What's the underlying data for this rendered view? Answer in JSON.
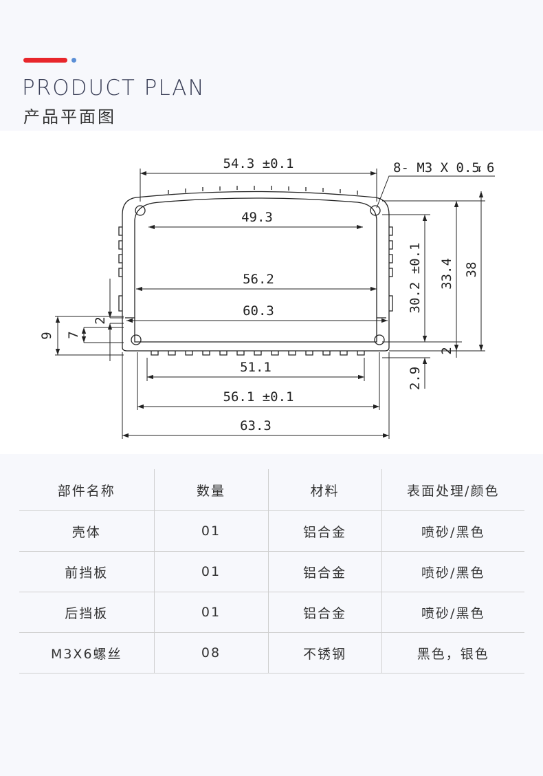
{
  "header": {
    "accent_bar_color": "#e8262b",
    "accent_dot_color": "#5b8fd6",
    "title_en": "PRODUCT PLAN",
    "title_cn": "产品平面图"
  },
  "drawing": {
    "dimensions": {
      "top_width": "54.3 ±0.1",
      "hole_spec": "8- M3 X 0.5",
      "hole_depth": "6",
      "inner_top": "49.3",
      "inner_mid": "56.2",
      "inner_slot": "60.3",
      "bottom_inner": "51.1",
      "bottom_mid": "56.1 ±0.1",
      "overall_width": "63.3",
      "inner_height": "30.2 ±0.1",
      "mid_height": "33.4",
      "overall_height": "38",
      "right_gap": "2",
      "bottom_offset": "2.9",
      "left_9": "9",
      "left_7": "7",
      "left_2": "2"
    }
  },
  "table": {
    "headers": [
      "部件名称",
      "数量",
      "材料",
      "表面处理/颜色"
    ],
    "rows": [
      [
        "壳体",
        "01",
        "铝合金",
        "喷砂/黑色"
      ],
      [
        "前挡板",
        "01",
        "铝合金",
        "喷砂/黑色"
      ],
      [
        "后挡板",
        "01",
        "铝合金",
        "喷砂/黑色"
      ],
      [
        "M3X6螺丝",
        "08",
        "不锈钢",
        "黑色，银色"
      ]
    ]
  }
}
